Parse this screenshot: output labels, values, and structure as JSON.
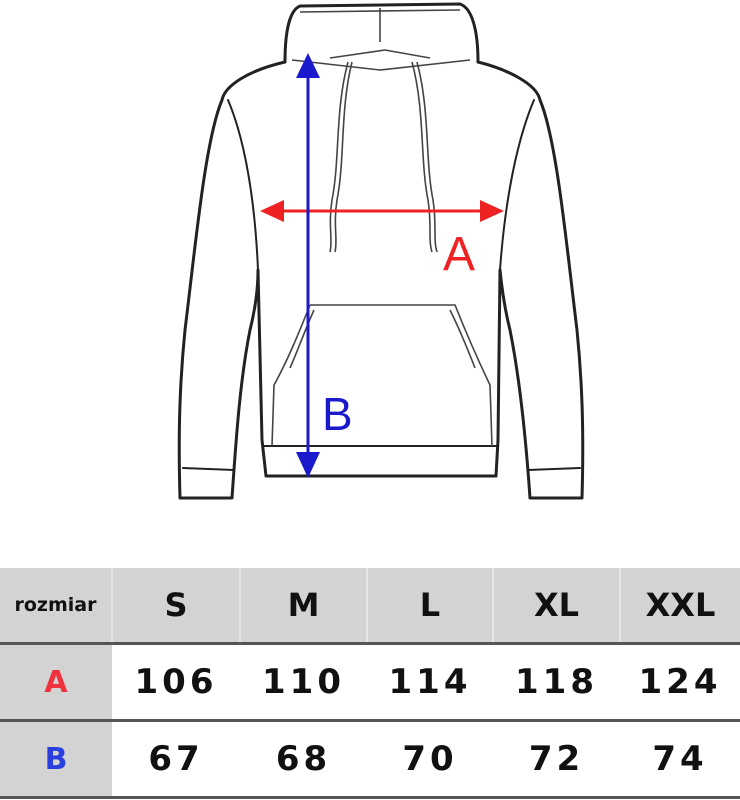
{
  "diagram": {
    "title": "hoodie size measurement",
    "labels": {
      "A": {
        "text": "A",
        "color": "#ee2222",
        "meaning": "chest width arrow"
      },
      "B": {
        "text": "B",
        "color": "#1a1acc",
        "meaning": "body length arrow"
      }
    }
  },
  "table": {
    "header_label": "rozmiar",
    "sizes": [
      "S",
      "M",
      "L",
      "XL",
      "XXL"
    ],
    "rows": [
      {
        "label": "A",
        "color": "#f0323c",
        "values": [
          "106",
          "110",
          "114",
          "118",
          "124"
        ]
      },
      {
        "label": "B",
        "color": "#2a3fe0",
        "values": [
          "67",
          "68",
          "70",
          "72",
          "74"
        ]
      }
    ]
  }
}
